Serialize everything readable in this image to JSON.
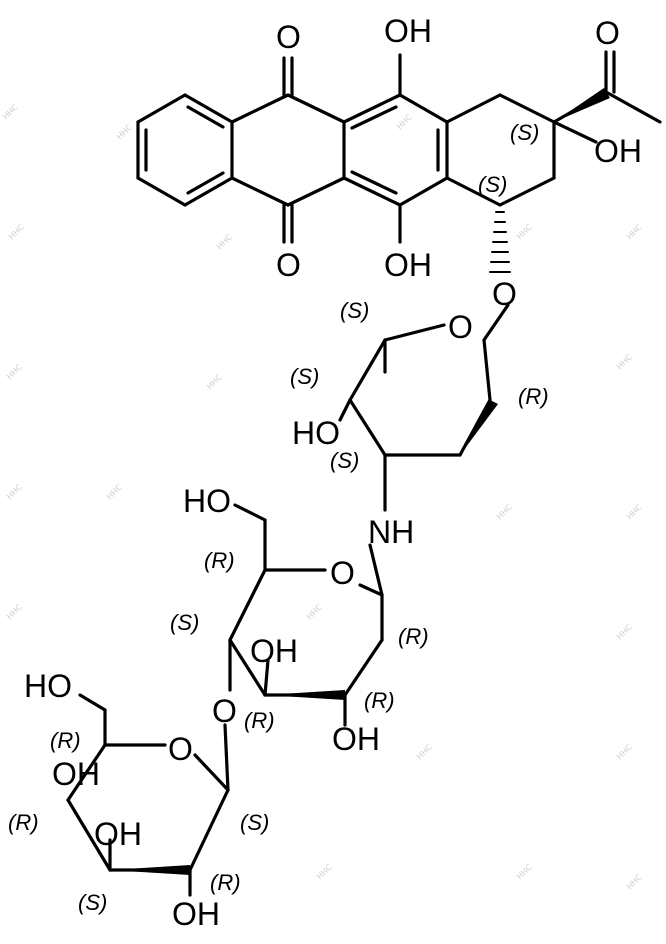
{
  "structure": {
    "atoms": {
      "quinone_top_O": "O",
      "quinone_bottom_O": "O",
      "ring_top_OH": "OH",
      "ring_bottom_OH": "OH",
      "acetyl_O": "O",
      "tertiary_OH": "OH",
      "glycosidic_O_aglycone": "O",
      "sugar1_ring_O": "O",
      "sugar1_HO": "HO",
      "amine_NH": "NH",
      "sugar2_CH2OH": "HO",
      "sugar2_ring_O": "O",
      "sugar2_OH_mid": "OH",
      "sugar2_OH_bottom": "OH",
      "inter_sugar_O": "O",
      "sugar3_CH2OH": "HO",
      "sugar3_ring_O": "O",
      "sugar3_OH_left": "OH",
      "sugar3_OH_mid": "OH",
      "sugar3_OH_bottom": "OH"
    },
    "stereo_labels": {
      "c9": "(S)",
      "c7": "(S)",
      "s1_c5": "(S)",
      "s1_c4": "(S)",
      "s1_c1": "(R)",
      "s1_c3": "(S)",
      "s2_c5": "(R)",
      "s2_c4": "(S)",
      "s2_c1": "(R)",
      "s2_c3": "(R)",
      "s2_c2": "(R)",
      "s3_c5": "(R)",
      "s3_c4": "(R)",
      "s3_c1": "(S)",
      "s3_c3": "(S)",
      "s3_c2": "(R)"
    }
  }
}
